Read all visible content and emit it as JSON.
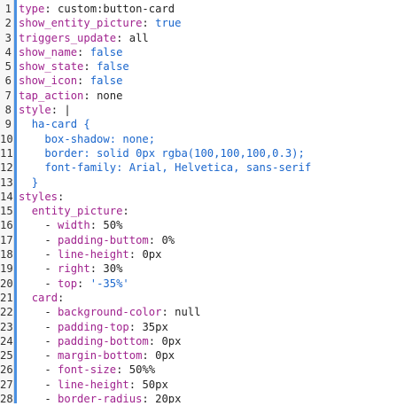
{
  "lines": [
    {
      "n": "1",
      "k": "type",
      "sep": ": ",
      "v": "custom:button-card",
      "vt": "v"
    },
    {
      "n": "2",
      "k": "show_entity_picture",
      "sep": ": ",
      "v": "true",
      "vt": "b"
    },
    {
      "n": "3",
      "k": "triggers_update",
      "sep": ": ",
      "v": "all",
      "vt": "v"
    },
    {
      "n": "4",
      "k": "show_name",
      "sep": ": ",
      "v": "false",
      "vt": "b"
    },
    {
      "n": "5",
      "k": "show_state",
      "sep": ": ",
      "v": "false",
      "vt": "b"
    },
    {
      "n": "6",
      "k": "show_icon",
      "sep": ": ",
      "v": "false",
      "vt": "b"
    },
    {
      "n": "7",
      "k": "tap_action",
      "sep": ": ",
      "v": "none",
      "vt": "v"
    },
    {
      "n": "8",
      "k": "style",
      "sep": ": ",
      "v": "|",
      "vt": "v"
    },
    {
      "n": "9",
      "pre": "  ",
      "raw": "ha-card {",
      "rt": "s"
    },
    {
      "n": "10",
      "pre": "    ",
      "raw": "box-shadow: none;",
      "rt": "s"
    },
    {
      "n": "11",
      "pre": "    ",
      "raw": "border: solid 0px rgba(100,100,100,0.3);",
      "rt": "s"
    },
    {
      "n": "12",
      "pre": "    ",
      "raw": "font-family: Arial, Helvetica, sans-serif",
      "rt": "s"
    },
    {
      "n": "13",
      "pre": "  ",
      "raw": "}",
      "rt": "s"
    },
    {
      "n": "14",
      "k": "styles",
      "sep": ":",
      "v": "",
      "vt": "v"
    },
    {
      "n": "15",
      "pre": "  ",
      "k": "entity_picture",
      "sep": ":",
      "v": "",
      "vt": "v"
    },
    {
      "n": "16",
      "pre": "    - ",
      "k": "width",
      "sep": ": ",
      "v": "50%",
      "vt": "v"
    },
    {
      "n": "17",
      "pre": "    - ",
      "k": "padding-buttom",
      "sep": ": ",
      "v": "0%",
      "vt": "v"
    },
    {
      "n": "18",
      "pre": "    - ",
      "k": "line-height",
      "sep": ": ",
      "v": "0px",
      "vt": "v"
    },
    {
      "n": "19",
      "pre": "    - ",
      "k": "right",
      "sep": ": ",
      "v": "30%",
      "vt": "v"
    },
    {
      "n": "20",
      "pre": "    - ",
      "k": "top",
      "sep": ": ",
      "v": "'-35%'",
      "vt": "s"
    },
    {
      "n": "21",
      "pre": "  ",
      "k": "card",
      "sep": ":",
      "v": "",
      "vt": "v"
    },
    {
      "n": "22",
      "pre": "    - ",
      "k": "background-color",
      "sep": ": ",
      "v": "null",
      "vt": "v"
    },
    {
      "n": "23",
      "pre": "    - ",
      "k": "padding-top",
      "sep": ": ",
      "v": "35px",
      "vt": "v"
    },
    {
      "n": "24",
      "pre": "    - ",
      "k": "padding-bottom",
      "sep": ": ",
      "v": "0px",
      "vt": "v"
    },
    {
      "n": "25",
      "pre": "    - ",
      "k": "margin-bottom",
      "sep": ": ",
      "v": "0px",
      "vt": "v"
    },
    {
      "n": "26",
      "pre": "    - ",
      "k": "font-size",
      "sep": ": ",
      "v": "50%%",
      "vt": "v"
    },
    {
      "n": "27",
      "pre": "    - ",
      "k": "line-height",
      "sep": ": ",
      "v": "50px",
      "vt": "v"
    },
    {
      "n": "28",
      "pre": "    - ",
      "k": "border-radius",
      "sep": ": ",
      "v": "20px",
      "vt": "v"
    }
  ],
  "colors": {
    "key": "#a0238e",
    "boolean": "#1a66cc",
    "plain": "#222222"
  }
}
